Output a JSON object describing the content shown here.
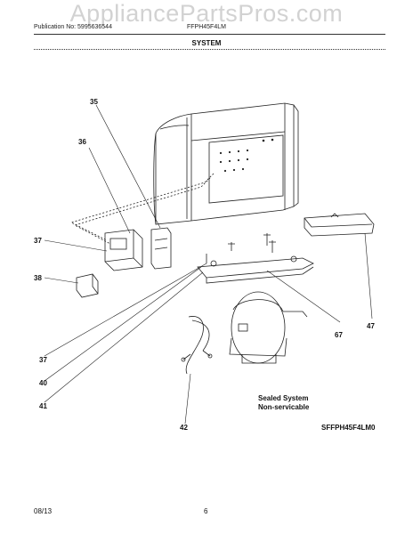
{
  "watermark": "AppliancePartsPros.com",
  "header": {
    "publication": "Publication No: 5995636544",
    "model": "FFPH45F4LM"
  },
  "section_title": "SYSTEM",
  "parts": {
    "p35": "35",
    "p36": "36",
    "p37a": "37",
    "p38": "38",
    "p37b": "37",
    "p40": "40",
    "p41": "41",
    "p42": "42",
    "p47": "47",
    "p67": "67"
  },
  "note": {
    "line1": "Sealed System",
    "line2": "Non-servicable"
  },
  "diagram_id": "SFFPH45F4LM0",
  "footer": {
    "date": "08/13",
    "page": "6"
  }
}
